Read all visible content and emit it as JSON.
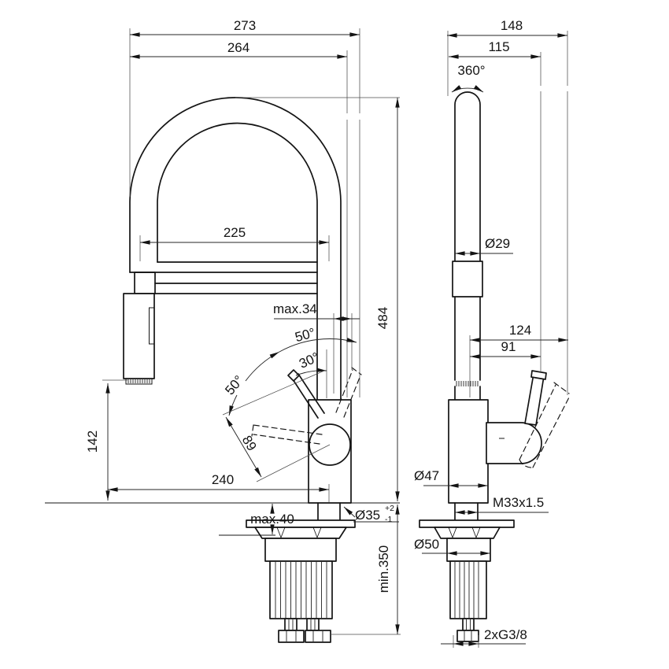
{
  "drawing": {
    "kind": "technical dimension drawing",
    "subject": "kitchen mixer tap with pull-out spray, front and side views"
  },
  "colors": {
    "line": "#141414",
    "dimension": "#262626",
    "extension": "#4d4d4d",
    "background": "#ffffff"
  },
  "views": {
    "front": {
      "total_width": "273",
      "spout_width": "264",
      "spout_span": "225",
      "spout_offset_max": "max.34",
      "handle_arc_upper": "50°",
      "handle_open_angle": "30°",
      "handle_arc_lower": "50°",
      "handle_length": "89",
      "spray_head_drop": "142",
      "projection": "240",
      "total_height": "484",
      "deck_thickness_max": "max.40",
      "hole_diameter": "Ø35",
      "hole_tol_plus": "+2",
      "hole_tol_minus": "-1",
      "hose_length_min": "min.350"
    },
    "side": {
      "total_depth": "148",
      "body_depth": "115",
      "swivel_angle": "360°",
      "spout_diameter": "Ø29",
      "handle_reach_open": "124",
      "handle_reach": "91",
      "body_diameter": "Ø47",
      "thread": "M33x1.5",
      "base_diameter": "Ø50",
      "supply_connections": "2xG3/8"
    }
  }
}
